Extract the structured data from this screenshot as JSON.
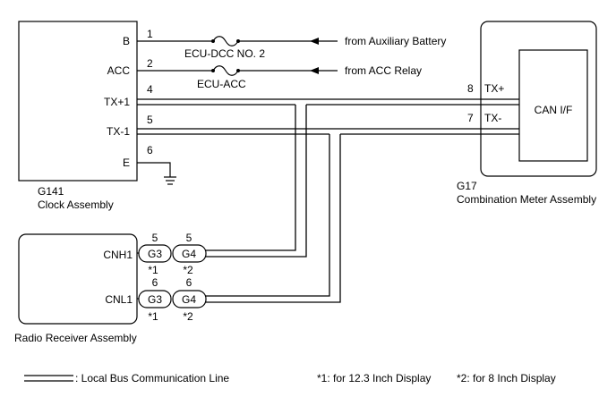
{
  "clock": {
    "code": "G141",
    "name": "Clock Assembly",
    "pins": [
      {
        "name": "B",
        "num": "1"
      },
      {
        "name": "ACC",
        "num": "2"
      },
      {
        "name": "TX+1",
        "num": "4"
      },
      {
        "name": "TX-1",
        "num": "5"
      },
      {
        "name": "E",
        "num": "6"
      }
    ]
  },
  "fuses": {
    "fuse1": "ECU-DCC NO. 2",
    "fuse2": "ECU-ACC"
  },
  "sources": {
    "src1": "from Auxiliary Battery",
    "src2": "from ACC Relay"
  },
  "meter": {
    "code": "G17",
    "name": "Combination Meter Assembly",
    "can_label": "CAN I/F",
    "pins": [
      {
        "name": "TX+",
        "num": "8"
      },
      {
        "name": "TX-",
        "num": "7"
      }
    ]
  },
  "radio": {
    "name": "Radio Receiver Assembly",
    "pin_cnh1": "CNH1",
    "pin_cnl1": "CNL1",
    "connectors": {
      "g3": "G3",
      "g4": "G4",
      "g3_pin_cnh1": "5",
      "g4_pin_cnh1": "5",
      "g3_pin_cnl1": "6",
      "g4_pin_cnl1": "6",
      "note1": "*1",
      "note2": "*2"
    }
  },
  "legend": {
    "bus_label": ": Local Bus Communication Line",
    "note1": "*1: for 12.3 Inch Display",
    "note2": "*2: for 8 Inch Display"
  }
}
